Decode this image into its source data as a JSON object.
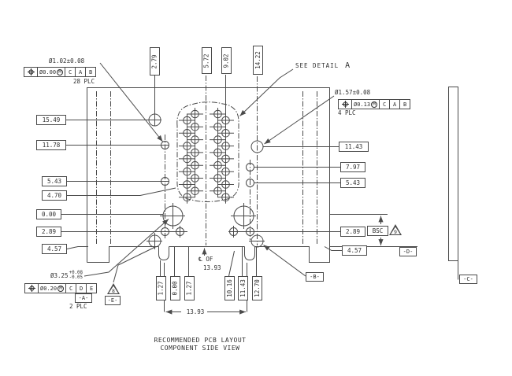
{
  "drawing": {
    "caption_line1": "RECOMMENDED PCB LAYOUT",
    "caption_line2": "COMPONENT SIDE VIEW"
  },
  "callouts": {
    "small_hole": {
      "size": "Ø1.02±0.08",
      "qty": "28 PLC",
      "fcf": {
        "tol": "Ø0.00",
        "mod": "M",
        "d1": "C",
        "d2": "A",
        "d3": "B"
      }
    },
    "medium_hole": {
      "size": "Ø1.57±0.08",
      "qty": "4 PLC",
      "fcf": {
        "tol": "Ø0.13",
        "mod": "M",
        "d1": "C",
        "d2": "A",
        "d3": "B"
      }
    },
    "large_hole": {
      "size": "Ø3.25",
      "tol_plus": "+0.08",
      "tol_minus": "-0.05",
      "qty": "2 PLC",
      "fcf": {
        "tol": "Ø0.20",
        "mod": "M",
        "d1": "C",
        "d2": "D",
        "d3": "E"
      }
    },
    "see_detail": {
      "text": "SEE DETAIL",
      "letter": "A"
    },
    "centerline": {
      "symbol": "℄",
      "text": "OF",
      "value": "13.93"
    }
  },
  "dims": {
    "top": [
      "2.79",
      "5.72",
      "9.02",
      "14.22"
    ],
    "left": [
      "15.49",
      "11.78",
      "5.43",
      "4.70",
      "0.00",
      "2.89",
      "4.57"
    ],
    "right": [
      "11.43",
      "7.97",
      "5.43",
      "2.89",
      "4.57"
    ],
    "bottom": [
      "1.27",
      "0.00",
      "1.27",
      "10.16",
      "11.43",
      "12.70"
    ],
    "span": "13.93",
    "bsc": "BSC"
  },
  "datums": {
    "a": "-A-",
    "b": "-B-",
    "c": "-C-",
    "d": "-D-",
    "e": "-E-"
  },
  "flags": {
    "note8": "8",
    "note9": "9"
  }
}
